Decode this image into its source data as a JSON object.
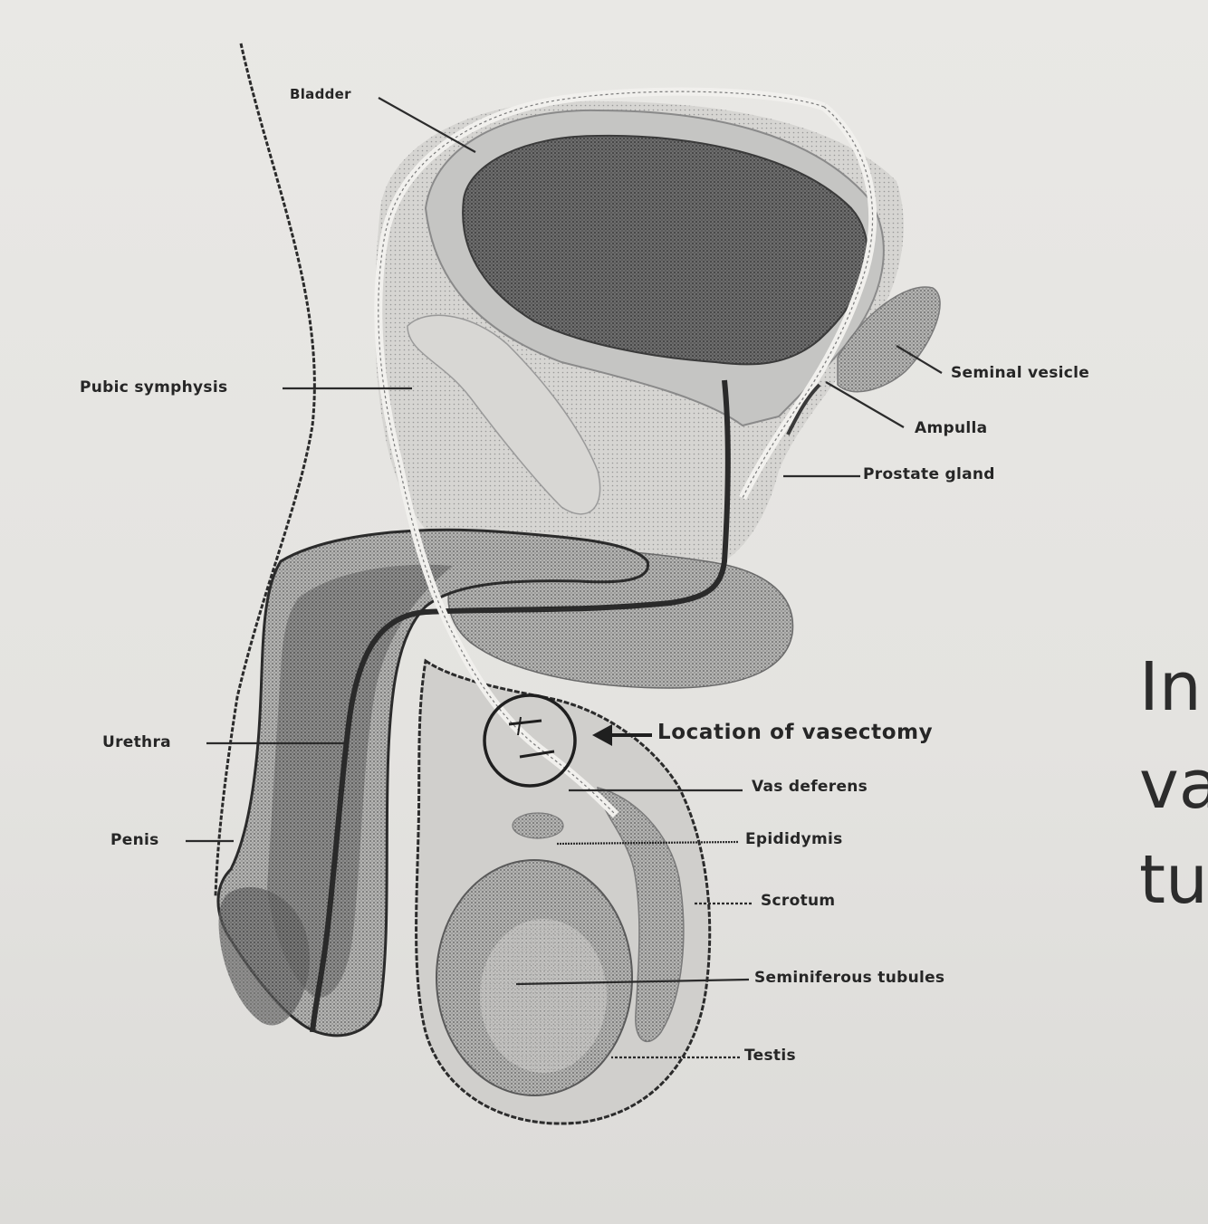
{
  "labels": {
    "bladder": "Bladder",
    "pubic_symphysis": "Pubic symphysis",
    "seminal_vesicle": "Seminal vesicle",
    "ampulla": "Ampulla",
    "prostate_gland": "Prostate gland",
    "location_vasectomy": "Location of vasectomy",
    "vas_deferens": "Vas deferens",
    "epididymis": "Epididymis",
    "scrotum": "Scrotum",
    "seminiferous_tubules": "Seminiferous tubules",
    "testis": "Testis",
    "urethra": "Urethra",
    "penis": "Penis"
  },
  "page_text": {
    "line1": "In",
    "line2": "va",
    "line3": "tu"
  },
  "colors": {
    "outline": "#2b2b2b",
    "bladder_fill": "#6a6a6a",
    "tissue_fill": "#a9a9a9",
    "light_fill": "#c8c8c6"
  }
}
